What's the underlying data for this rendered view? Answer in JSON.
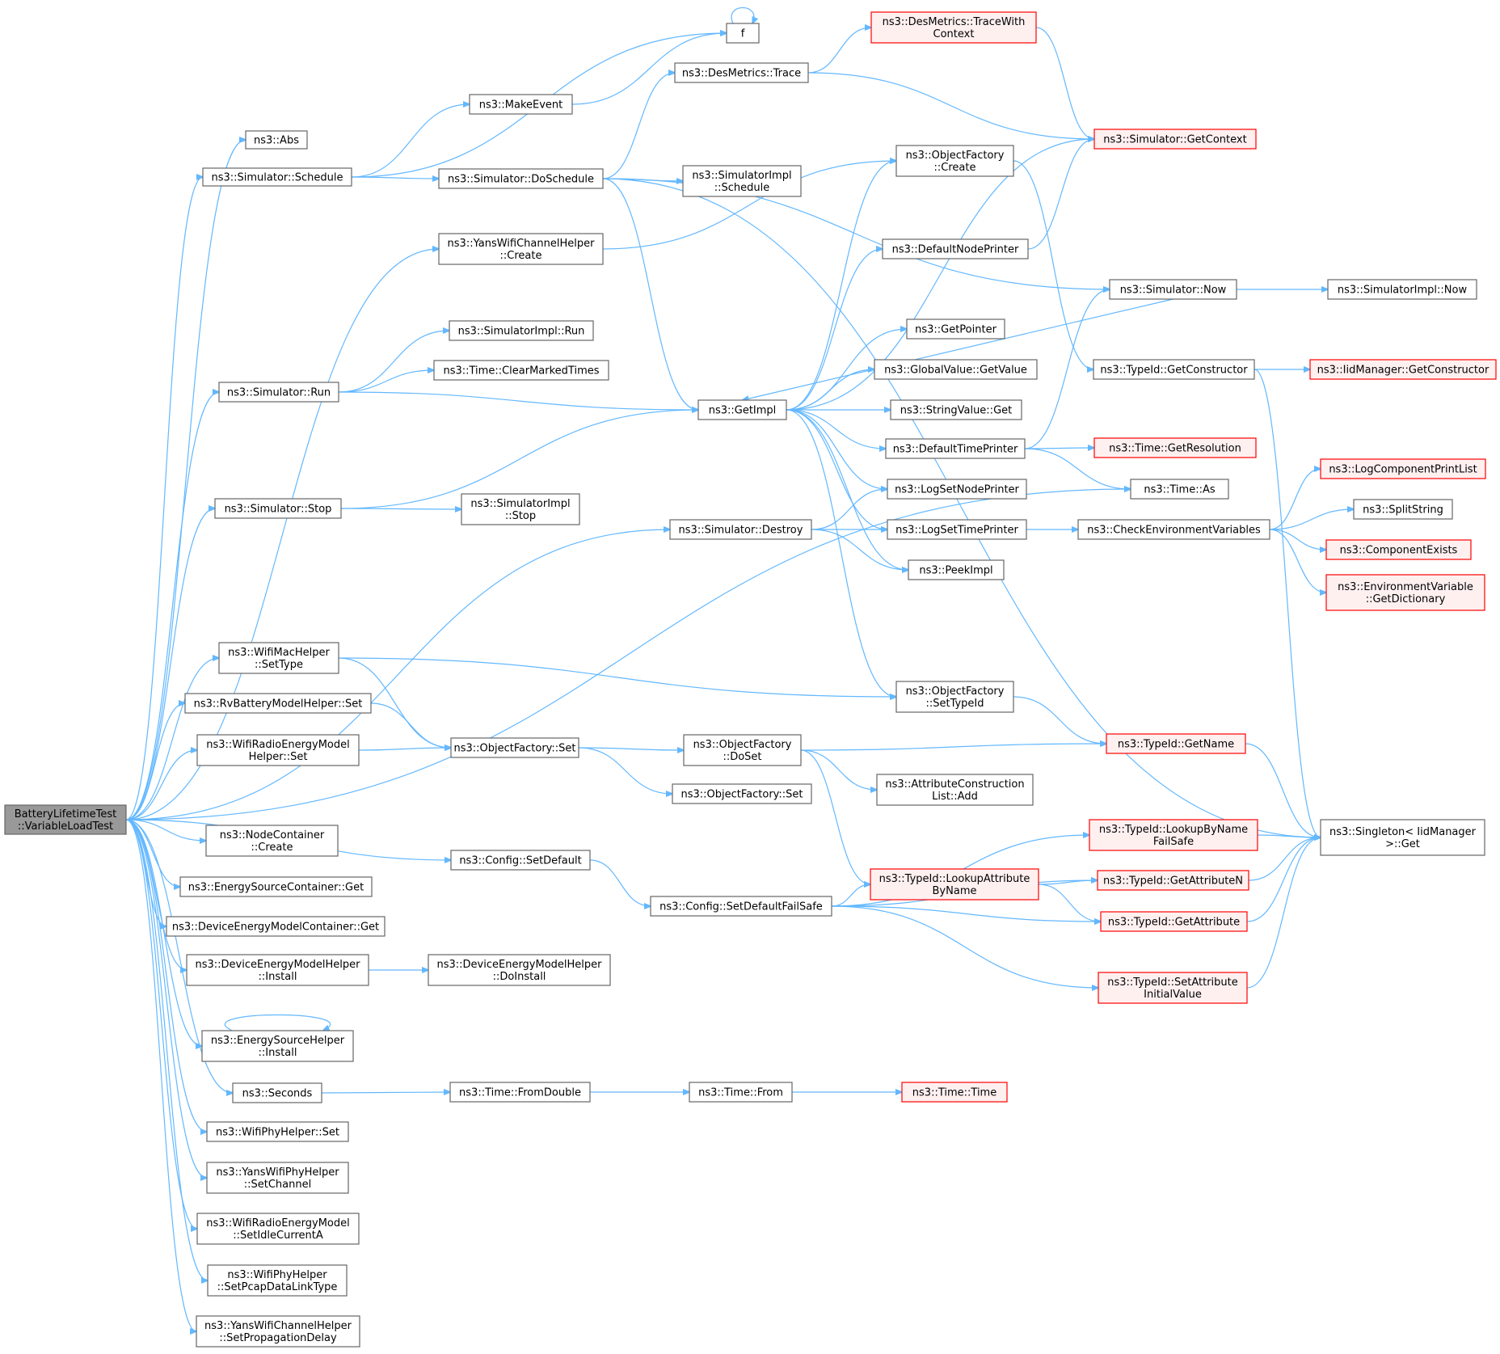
{
  "colors": {
    "edge": "#63b8ff",
    "node_border": "#666666",
    "node_fill": "#ffffff",
    "root_fill": "#999999",
    "root_border": "#666666",
    "external_border": "#ff0000",
    "external_fill": "#fff0f0",
    "text": "#000000"
  },
  "nodes": {
    "root": {
      "lines": [
        "BatteryLifetimeTest",
        "::VariableLoadTest"
      ],
      "kind": "root"
    },
    "abs": {
      "lines": [
        "ns3::Abs"
      ],
      "kind": "normal"
    },
    "sched": {
      "lines": [
        "ns3::Simulator::Schedule"
      ],
      "kind": "normal"
    },
    "f": {
      "lines": [
        "f"
      ],
      "kind": "normal"
    },
    "makeevent": {
      "lines": [
        "ns3::MakeEvent"
      ],
      "kind": "normal"
    },
    "dosched": {
      "lines": [
        "ns3::Simulator::DoSchedule"
      ],
      "kind": "normal"
    },
    "desmtrace": {
      "lines": [
        "ns3::DesMetrics::Trace"
      ],
      "kind": "normal"
    },
    "tracectx": {
      "lines": [
        "ns3::DesMetrics::TraceWith",
        "Context"
      ],
      "kind": "external"
    },
    "getctx": {
      "lines": [
        "ns3::Simulator::GetContext"
      ],
      "kind": "external"
    },
    "implsched": {
      "lines": [
        "ns3::SimulatorImpl",
        "::Schedule"
      ],
      "kind": "normal"
    },
    "yanscreate": {
      "lines": [
        "ns3::YansWifiChannelHelper",
        "::Create"
      ],
      "kind": "normal"
    },
    "ofcreate": {
      "lines": [
        "ns3::ObjectFactory",
        "::Create"
      ],
      "kind": "normal"
    },
    "defnode": {
      "lines": [
        "ns3::DefaultNodePrinter"
      ],
      "kind": "normal"
    },
    "simnow": {
      "lines": [
        "ns3::Simulator::Now"
      ],
      "kind": "normal"
    },
    "implnow": {
      "lines": [
        "ns3::SimulatorImpl::Now"
      ],
      "kind": "normal"
    },
    "implrun": {
      "lines": [
        "ns3::SimulatorImpl::Run"
      ],
      "kind": "normal"
    },
    "clearmarked": {
      "lines": [
        "ns3::Time::ClearMarkedTimes"
      ],
      "kind": "normal"
    },
    "simrun": {
      "lines": [
        "ns3::Simulator::Run"
      ],
      "kind": "normal"
    },
    "getpointer": {
      "lines": [
        "ns3::GetPointer"
      ],
      "kind": "normal"
    },
    "getconstructor": {
      "lines": [
        "ns3::TypeId::GetConstructor"
      ],
      "kind": "normal"
    },
    "iidgetcons": {
      "lines": [
        "ns3::IidManager::GetConstructor"
      ],
      "kind": "external"
    },
    "globalget": {
      "lines": [
        "ns3::GlobalValue::GetValue"
      ],
      "kind": "normal"
    },
    "getimpl": {
      "lines": [
        "ns3::GetImpl"
      ],
      "kind": "normal"
    },
    "stringget": {
      "lines": [
        "ns3::StringValue::Get"
      ],
      "kind": "normal"
    },
    "deftime": {
      "lines": [
        "ns3::DefaultTimePrinter"
      ],
      "kind": "normal"
    },
    "getres": {
      "lines": [
        "ns3::Time::GetResolution"
      ],
      "kind": "external"
    },
    "logcomplist": {
      "lines": [
        "ns3::LogComponentPrintList"
      ],
      "kind": "external"
    },
    "timeas": {
      "lines": [
        "ns3::Time::As"
      ],
      "kind": "normal"
    },
    "simstop": {
      "lines": [
        "ns3::Simulator::Stop"
      ],
      "kind": "normal"
    },
    "implstop": {
      "lines": [
        "ns3::SimulatorImpl",
        "::Stop"
      ],
      "kind": "normal"
    },
    "lognode": {
      "lines": [
        "ns3::LogSetNodePrinter"
      ],
      "kind": "normal"
    },
    "splitstring": {
      "lines": [
        "ns3::SplitString"
      ],
      "kind": "normal"
    },
    "simdestroy": {
      "lines": [
        "ns3::Simulator::Destroy"
      ],
      "kind": "normal"
    },
    "logtime": {
      "lines": [
        "ns3::LogSetTimePrinter"
      ],
      "kind": "normal"
    },
    "checkenv": {
      "lines": [
        "ns3::CheckEnvironmentVariables"
      ],
      "kind": "normal"
    },
    "compexists": {
      "lines": [
        "ns3::ComponentExists"
      ],
      "kind": "external"
    },
    "peekimpl": {
      "lines": [
        "ns3::PeekImpl"
      ],
      "kind": "normal"
    },
    "envdict": {
      "lines": [
        "ns3::EnvironmentVariable",
        "::GetDictionary"
      ],
      "kind": "external"
    },
    "macsettype": {
      "lines": [
        "ns3::WifiMacHelper",
        "::SetType"
      ],
      "kind": "normal"
    },
    "ofsettypeid": {
      "lines": [
        "ns3::ObjectFactory",
        "::SetTypeId"
      ],
      "kind": "normal"
    },
    "rvset": {
      "lines": [
        "ns3::RvBatteryModelHelper::Set"
      ],
      "kind": "normal"
    },
    "wifiradioset": {
      "lines": [
        "ns3::WifiRadioEnergyModel",
        "Helper::Set"
      ],
      "kind": "normal"
    },
    "ofset": {
      "lines": [
        "ns3::ObjectFactory::Set"
      ],
      "kind": "normal"
    },
    "ofdoset": {
      "lines": [
        "ns3::ObjectFactory",
        "::DoSet"
      ],
      "kind": "normal"
    },
    "getname": {
      "lines": [
        "ns3::TypeId::GetName"
      ],
      "kind": "external"
    },
    "ofset2": {
      "lines": [
        "ns3::ObjectFactory::Set"
      ],
      "kind": "normal"
    },
    "attradd": {
      "lines": [
        "ns3::AttributeConstruction",
        "List::Add"
      ],
      "kind": "normal"
    },
    "nodecreate": {
      "lines": [
        "ns3::NodeContainer",
        "::Create"
      ],
      "kind": "normal"
    },
    "configsetdef": {
      "lines": [
        "ns3::Config::SetDefault"
      ],
      "kind": "normal"
    },
    "lookupfs": {
      "lines": [
        "ns3::TypeId::LookupByName",
        "FailSafe"
      ],
      "kind": "external"
    },
    "singleton": {
      "lines": [
        "ns3::Singleton< IidManager",
        " >::Get"
      ],
      "kind": "normal"
    },
    "escget": {
      "lines": [
        "ns3::EnergySourceContainer::Get"
      ],
      "kind": "normal"
    },
    "lookupattr": {
      "lines": [
        "ns3::TypeId::LookupAttribute",
        "ByName"
      ],
      "kind": "external"
    },
    "getattrn": {
      "lines": [
        "ns3::TypeId::GetAttributeN"
      ],
      "kind": "external"
    },
    "demcget": {
      "lines": [
        "ns3::DeviceEnergyModelContainer::Get"
      ],
      "kind": "normal"
    },
    "configsetdeffs": {
      "lines": [
        "ns3::Config::SetDefaultFailSafe"
      ],
      "kind": "normal"
    },
    "getattr": {
      "lines": [
        "ns3::TypeId::GetAttribute"
      ],
      "kind": "external"
    },
    "demhinstall": {
      "lines": [
        "ns3::DeviceEnergyModelHelper",
        "::Install"
      ],
      "kind": "normal"
    },
    "demhdoinstall": {
      "lines": [
        "ns3::DeviceEnergyModelHelper",
        "::DoInstall"
      ],
      "kind": "normal"
    },
    "setattrinit": {
      "lines": [
        "ns3::TypeId::SetAttribute",
        "InitialValue"
      ],
      "kind": "external"
    },
    "eshinstall": {
      "lines": [
        "ns3::EnergySourceHelper",
        "::Install"
      ],
      "kind": "normal"
    },
    "seconds": {
      "lines": [
        "ns3::Seconds"
      ],
      "kind": "normal"
    },
    "fromdouble": {
      "lines": [
        "ns3::Time::FromDouble"
      ],
      "kind": "normal"
    },
    "timefrom": {
      "lines": [
        "ns3::Time::From"
      ],
      "kind": "normal"
    },
    "timetime": {
      "lines": [
        "ns3::Time::Time"
      ],
      "kind": "external"
    },
    "physet": {
      "lines": [
        "ns3::WifiPhyHelper::Set"
      ],
      "kind": "normal"
    },
    "setchannel": {
      "lines": [
        "ns3::YansWifiPhyHelper",
        "::SetChannel"
      ],
      "kind": "normal"
    },
    "setidle": {
      "lines": [
        "ns3::WifiRadioEnergyModel",
        "::SetIdleCurrentA"
      ],
      "kind": "normal"
    },
    "setpcap": {
      "lines": [
        "ns3::WifiPhyHelper",
        "::SetPcapDataLinkType"
      ],
      "kind": "normal"
    },
    "setpropdelay": {
      "lines": [
        "ns3::YansWifiChannelHelper",
        "::SetPropagationDelay"
      ],
      "kind": "normal"
    }
  },
  "edges": [
    [
      "root",
      "abs"
    ],
    [
      "root",
      "sched"
    ],
    [
      "root",
      "yanscreate"
    ],
    [
      "root",
      "simrun"
    ],
    [
      "root",
      "simstop"
    ],
    [
      "root",
      "simdestroy"
    ],
    [
      "root",
      "timeas"
    ],
    [
      "root",
      "macsettype"
    ],
    [
      "root",
      "rvset"
    ],
    [
      "root",
      "wifiradioset"
    ],
    [
      "root",
      "nodecreate"
    ],
    [
      "root",
      "configsetdef"
    ],
    [
      "root",
      "escget"
    ],
    [
      "root",
      "demcget"
    ],
    [
      "root",
      "demhinstall"
    ],
    [
      "root",
      "eshinstall"
    ],
    [
      "root",
      "seconds"
    ],
    [
      "root",
      "physet"
    ],
    [
      "root",
      "setchannel"
    ],
    [
      "root",
      "setidle"
    ],
    [
      "root",
      "setpcap"
    ],
    [
      "root",
      "setpropdelay"
    ],
    [
      "sched",
      "f"
    ],
    [
      "sched",
      "makeevent"
    ],
    [
      "sched",
      "dosched"
    ],
    [
      "f",
      "f"
    ],
    [
      "makeevent",
      "f"
    ],
    [
      "dosched",
      "desmtrace"
    ],
    [
      "dosched",
      "simnow"
    ],
    [
      "dosched",
      "implsched"
    ],
    [
      "dosched",
      "getimpl"
    ],
    [
      "dosched",
      "singleton"
    ],
    [
      "desmtrace",
      "tracectx"
    ],
    [
      "desmtrace",
      "getctx"
    ],
    [
      "tracectx",
      "getctx"
    ],
    [
      "yanscreate",
      "ofcreate"
    ],
    [
      "ofcreate",
      "getconstructor"
    ],
    [
      "defnode",
      "getctx"
    ],
    [
      "simnow",
      "implnow"
    ],
    [
      "simnow",
      "getimpl"
    ],
    [
      "simrun",
      "implrun"
    ],
    [
      "simrun",
      "clearmarked"
    ],
    [
      "simrun",
      "getimpl"
    ],
    [
      "getimpl",
      "getctx"
    ],
    [
      "getimpl",
      "ofcreate"
    ],
    [
      "getimpl",
      "defnode"
    ],
    [
      "getimpl",
      "getpointer"
    ],
    [
      "getimpl",
      "globalget"
    ],
    [
      "getimpl",
      "stringget"
    ],
    [
      "getimpl",
      "deftime"
    ],
    [
      "getimpl",
      "lognode"
    ],
    [
      "getimpl",
      "logtime"
    ],
    [
      "getimpl",
      "peekimpl"
    ],
    [
      "getimpl",
      "ofsettypeid"
    ],
    [
      "getconstructor",
      "iidgetcons"
    ],
    [
      "getconstructor",
      "singleton"
    ],
    [
      "deftime",
      "simnow"
    ],
    [
      "deftime",
      "getres"
    ],
    [
      "deftime",
      "timeas"
    ],
    [
      "simstop",
      "getimpl"
    ],
    [
      "simstop",
      "implstop"
    ],
    [
      "simdestroy",
      "lognode"
    ],
    [
      "simdestroy",
      "logtime"
    ],
    [
      "simdestroy",
      "peekimpl"
    ],
    [
      "logtime",
      "checkenv"
    ],
    [
      "checkenv",
      "logcomplist"
    ],
    [
      "checkenv",
      "splitstring"
    ],
    [
      "checkenv",
      "compexists"
    ],
    [
      "checkenv",
      "envdict"
    ],
    [
      "macsettype",
      "ofsettypeid"
    ],
    [
      "macsettype",
      "ofset"
    ],
    [
      "rvset",
      "ofset"
    ],
    [
      "wifiradioset",
      "ofset"
    ],
    [
      "ofsettypeid",
      "getname"
    ],
    [
      "ofset",
      "ofdoset"
    ],
    [
      "ofset",
      "ofset2"
    ],
    [
      "ofdoset",
      "getname"
    ],
    [
      "ofdoset",
      "attradd"
    ],
    [
      "ofdoset",
      "lookupattr"
    ],
    [
      "getname",
      "singleton"
    ],
    [
      "configsetdef",
      "configsetdeffs"
    ],
    [
      "configsetdeffs",
      "lookupfs"
    ],
    [
      "configsetdeffs",
      "lookupattr"
    ],
    [
      "configsetdeffs",
      "getattrn"
    ],
    [
      "configsetdeffs",
      "getattr"
    ],
    [
      "configsetdeffs",
      "setattrinit"
    ],
    [
      "lookupfs",
      "singleton"
    ],
    [
      "lookupattr",
      "getattrn"
    ],
    [
      "lookupattr",
      "getattr"
    ],
    [
      "getattrn",
      "singleton"
    ],
    [
      "getattr",
      "singleton"
    ],
    [
      "setattrinit",
      "singleton"
    ],
    [
      "demhinstall",
      "demhdoinstall"
    ],
    [
      "eshinstall",
      "eshinstall"
    ],
    [
      "seconds",
      "fromdouble"
    ],
    [
      "fromdouble",
      "timefrom"
    ],
    [
      "timefrom",
      "timetime"
    ]
  ]
}
